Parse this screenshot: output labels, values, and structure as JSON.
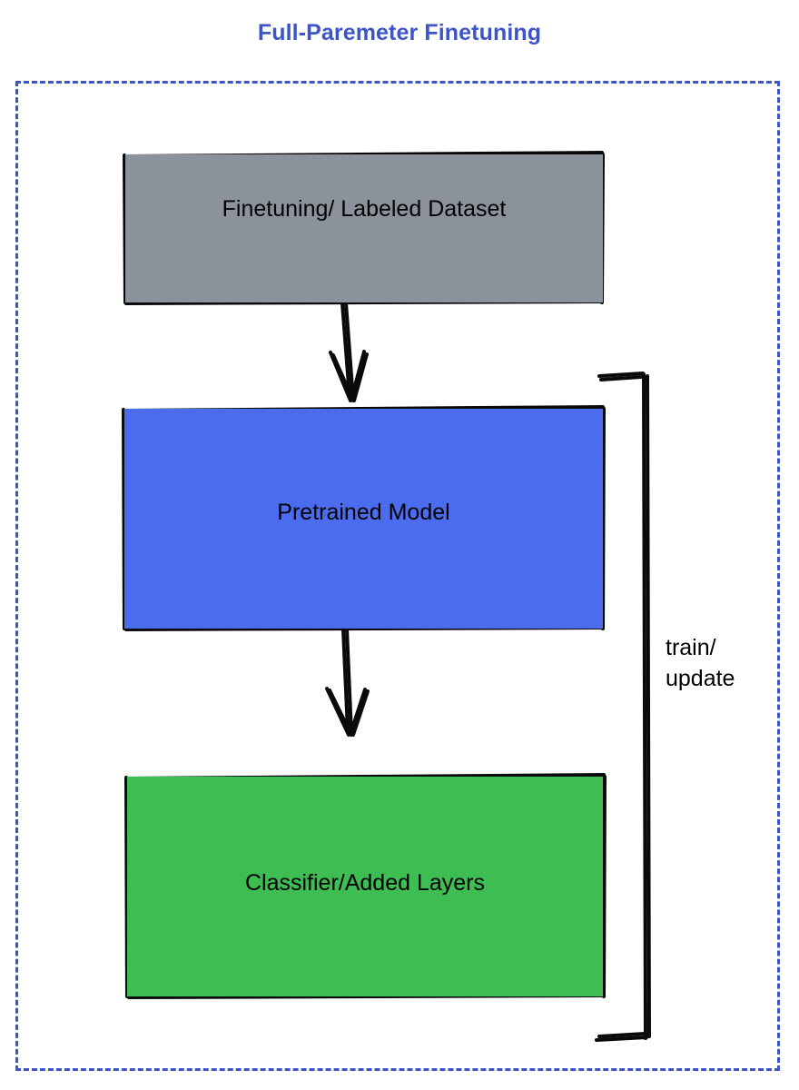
{
  "diagram": {
    "title": "Full-Paremeter Finetuning",
    "title_color": "#3d54c8",
    "frame": {
      "style": "dashed",
      "color": "#3d54c8"
    },
    "nodes": [
      {
        "id": "dataset",
        "label": "Finetuning/ Labeled Dataset",
        "fill": "#8b929b",
        "stroke": "#000000",
        "shape": "sketchy-rectangle"
      },
      {
        "id": "pretrained",
        "label": "Pretrained Model",
        "fill": "#4c6cf0",
        "stroke": "#000000",
        "shape": "sketchy-rectangle"
      },
      {
        "id": "classifier",
        "label": "Classifier/Added Layers",
        "fill": "#3dbd52",
        "stroke": "#000000",
        "shape": "sketchy-rectangle"
      }
    ],
    "edges": [
      {
        "id": "dataset-to-pretrained",
        "from": "dataset",
        "to": "pretrained",
        "label": "",
        "arrow": "down",
        "style": "sketchy-arrow"
      },
      {
        "id": "pretrained-to-classifier",
        "from": "pretrained",
        "to": "classifier",
        "label": "",
        "arrow": "down",
        "style": "sketchy-arrow"
      },
      {
        "id": "feedback-bracket",
        "from": "classifier",
        "to": "pretrained",
        "label": "train/\nupdate",
        "arrow": "none",
        "style": "sketchy-bracket"
      }
    ]
  }
}
